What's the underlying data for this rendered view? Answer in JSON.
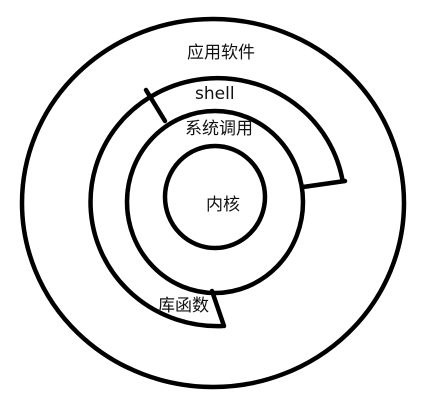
{
  "diagram": {
    "labels": {
      "outer": "应用软件",
      "shell": "shell",
      "syscall": "系统调用",
      "kernel": "内核",
      "library": "库函数"
    },
    "stroke_color": "#000000",
    "text_color": "#111111",
    "background": "#ffffff"
  }
}
